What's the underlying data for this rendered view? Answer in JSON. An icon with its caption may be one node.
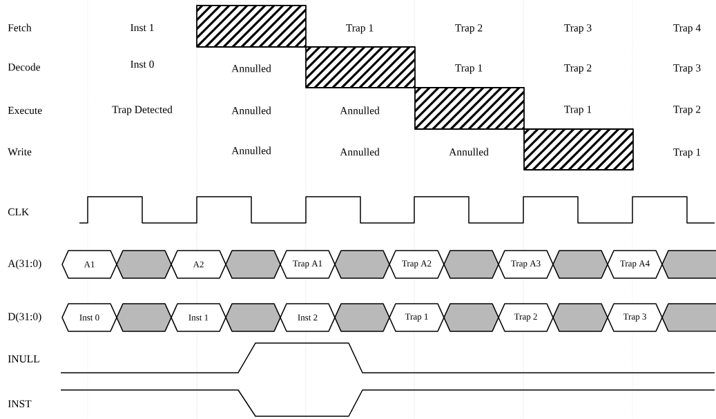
{
  "diagram": {
    "nodes": [
      {
        "text": [],
        "shape": "box"
      },
      {
        "text": [],
        "shape": "box"
      },
      {
        "text": [],
        "shape": "box"
      },
      {
        "text": [],
        "shape": "box"
      },
      {
        "text": [
          "A1"
        ]
      },
      {
        "text": [],
        "shape": "hexagon"
      },
      {
        "text": [
          "A2"
        ]
      },
      {
        "text": [],
        "shape": "hexagon"
      },
      {
        "text": [
          "Trap A1"
        ]
      },
      {
        "text": [],
        "shape": "hexagon"
      },
      {
        "text": [
          "Trap A2"
        ]
      },
      {
        "text": [],
        "shape": "hexagon"
      },
      {
        "text": [
          "Trap A3"
        ]
      },
      {
        "text": [],
        "shape": "hexagon"
      },
      {
        "text": [
          "Trap A4"
        ]
      },
      {
        "text": [],
        "shape": "hexagon"
      },
      {
        "text": [
          "Inst 0"
        ]
      },
      {
        "text": [],
        "shape": "hexagon"
      },
      {
        "text": [
          "Inst 1"
        ]
      },
      {
        "text": [],
        "shape": "hexagon"
      },
      {
        "text": [
          "Inst 2"
        ]
      },
      {
        "text": [],
        "shape": "hexagon"
      },
      {
        "text": [
          "Trap 1"
        ]
      },
      {
        "text": [],
        "shape": "hexagon"
      },
      {
        "text": [
          "Trap 2"
        ]
      },
      {
        "text": [],
        "shape": "hexagon"
      },
      {
        "text": [
          "Trap 3"
        ]
      },
      {
        "text": [],
        "shape": "hexagon"
      }
    ],
    "labels": [
      "Fetch",
      "Inst 1",
      "Trap 1",
      "Trap 2",
      "Trap 3",
      "Trap 4",
      "Decode",
      "Inst 0",
      "Annulled",
      "Trap 1",
      "Trap 2",
      "Trap 3",
      "Execute",
      "Trap Detected",
      "Annulled",
      "Annulled",
      "Trap 1",
      "Trap 2",
      "Write",
      "Annulled",
      "Annulled",
      "Annulled",
      "Trap 1",
      "CLK",
      "A(31:0)",
      "D(31:0)",
      "INULL",
      "INST"
    ]
  }
}
